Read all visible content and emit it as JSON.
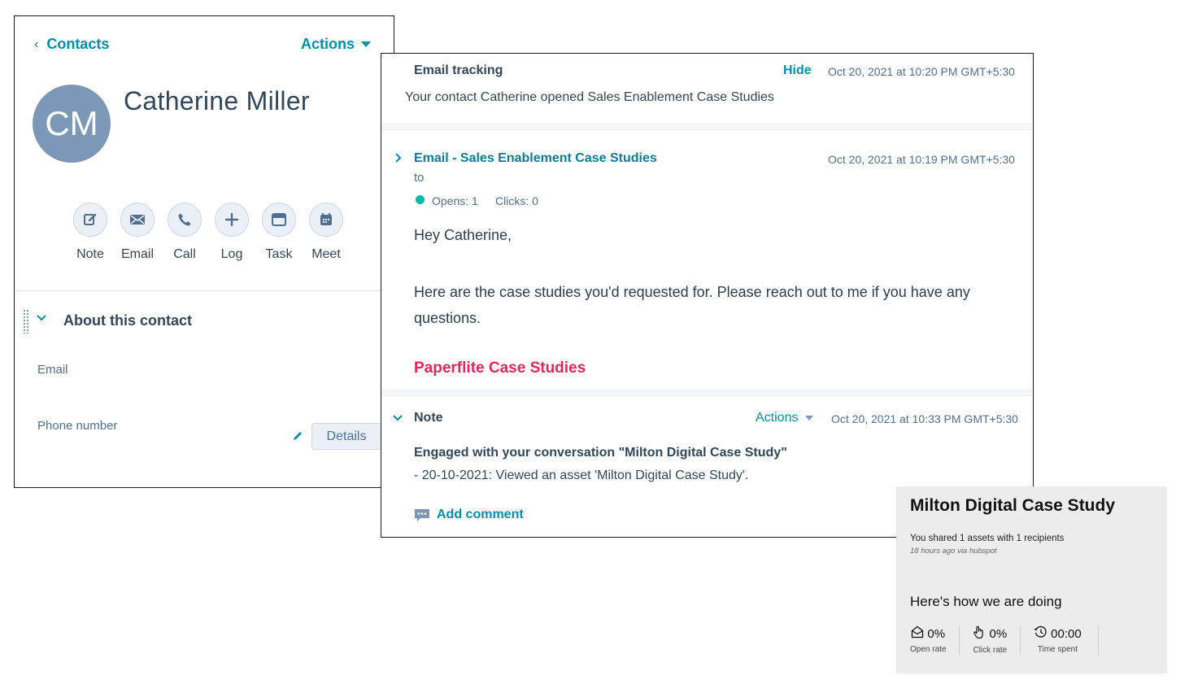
{
  "contact": {
    "back_label": "Contacts",
    "actions_label": "Actions",
    "initials": "CM",
    "name": "Catherine Miller",
    "quick_actions": [
      {
        "label": "Note",
        "icon": "edit-icon"
      },
      {
        "label": "Email",
        "icon": "envelope-icon"
      },
      {
        "label": "Call",
        "icon": "phone-icon"
      },
      {
        "label": "Log",
        "icon": "plus-icon"
      },
      {
        "label": "Task",
        "icon": "task-icon"
      },
      {
        "label": "Meet",
        "icon": "calendar-icon"
      }
    ],
    "about_title": "About this contact",
    "email_label": "Email",
    "phone_label": "Phone number",
    "details_label": "Details"
  },
  "email_tracking": {
    "title": "Email tracking",
    "hide_label": "Hide",
    "timestamp": "Oct 20, 2021 at 10:20 PM GMT+5:30",
    "description": "Your contact Catherine  opened Sales Enablement Case Studies"
  },
  "email": {
    "subject": "Email - Sales Enablement Case Studies",
    "timestamp": "Oct 20, 2021 at 10:19 PM GMT+5:30",
    "to_label": "to",
    "opens": "Opens: 1",
    "clicks": "Clicks: 0",
    "greeting": "Hey Catherine,",
    "body": "Here are the case studies you'd requested for. Please reach out to me if you have any questions.",
    "link_text": "Paperflite Case Studies"
  },
  "note": {
    "title": "Note",
    "actions_label": "Actions",
    "timestamp": "Oct 20, 2021 at 10:33 PM GMT+5:30",
    "headline": "Engaged with your conversation \"Milton Digital Case Study\"",
    "detail": "- 20-10-2021: Viewed an asset 'Milton Digital Case Study'.",
    "add_comment_label": "Add comment"
  },
  "milton_card": {
    "title": "Milton Digital Case Study",
    "shared": "You shared 1 assets with 1 recipients",
    "ago": "18 hours ago via hubspot",
    "heading": "Here's how we are doing",
    "stats": [
      {
        "value": "0%",
        "label": "Open rate",
        "icon": "open-envelope-icon"
      },
      {
        "value": "0%",
        "label": "Click rate",
        "icon": "pointer-hand-icon"
      },
      {
        "value": "00:00",
        "label": "Time spent",
        "icon": "history-clock-icon"
      }
    ]
  },
  "colors": {
    "accent": "#0091ae",
    "avatar": "#7c98b6",
    "link": "#e5265c",
    "status_dot": "#00bda5"
  }
}
